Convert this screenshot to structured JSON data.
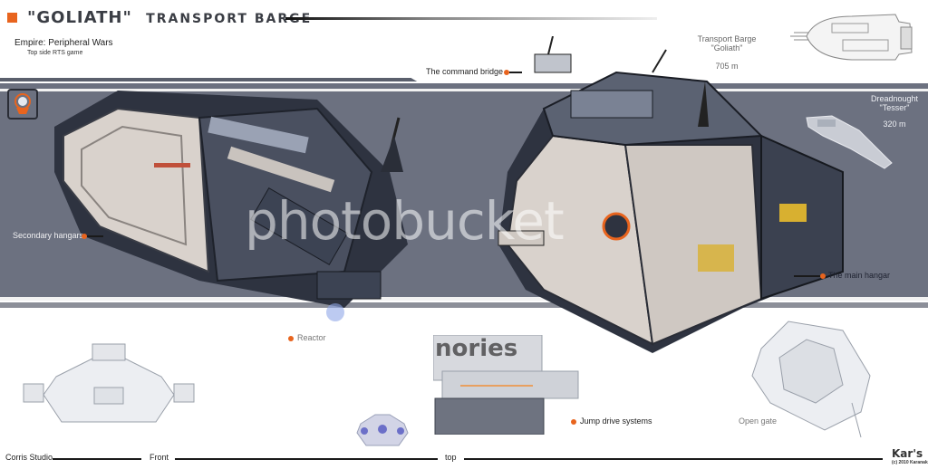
{
  "header": {
    "title_quoted": "\"GOLIATH\"",
    "title_rest": "TRANSPORT BARGE",
    "accent_color": "#e8641e",
    "subtitle": "Empire: Peripheral Wars",
    "subtitle_small": "Top side RTS game"
  },
  "scale_comparison": {
    "ship_a": {
      "name": "Transport Barge",
      "nickname": "\"Goliath\"",
      "length": "705 m"
    },
    "ship_b": {
      "name": "Dreadnought",
      "nickname": "\"Tesser\"",
      "length": "320 m"
    }
  },
  "callouts": {
    "command_bridge": "The command bridge",
    "secondary_hangars": "Secondary hangars",
    "main_hangar": "The main hangar",
    "reactor": "Reactor",
    "jump_drive": "Jump drive systems",
    "open_gate": "Open gate"
  },
  "watermark": "photobucket",
  "stamp_text": "nories",
  "footer": {
    "studio": "Corris Studio",
    "view_front": "Front",
    "view_top": "top",
    "brand": "Kar's",
    "brand_sub": "(c) 2010 Karanak"
  },
  "colors": {
    "band": "#6c7180",
    "band_dark": "#5b606d",
    "hull_light": "#d9d2cc",
    "hull_dark": "#2e3340",
    "accent": "#e8641e"
  }
}
